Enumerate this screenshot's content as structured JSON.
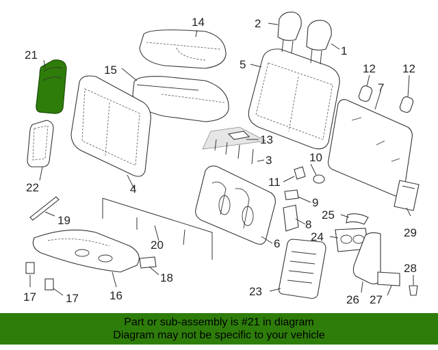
{
  "diagram": {
    "highlighted_part": "21",
    "highlight_color": "#2e7d0a",
    "callouts": [
      {
        "id": "c1",
        "text": "1"
      },
      {
        "id": "c2",
        "text": "2"
      },
      {
        "id": "c4",
        "text": "4"
      },
      {
        "id": "c5",
        "text": "5"
      },
      {
        "id": "c6",
        "text": "6"
      },
      {
        "id": "c7",
        "text": "7"
      },
      {
        "id": "c8",
        "text": "8"
      },
      {
        "id": "c9",
        "text": "9"
      },
      {
        "id": "c10",
        "text": "10"
      },
      {
        "id": "c11",
        "text": "11"
      },
      {
        "id": "c12a",
        "text": "12"
      },
      {
        "id": "c12b",
        "text": "12"
      },
      {
        "id": "c13",
        "text": "13"
      },
      {
        "id": "c3",
        "text": "3"
      },
      {
        "id": "c14",
        "text": "14"
      },
      {
        "id": "c15",
        "text": "15"
      },
      {
        "id": "c16",
        "text": "16"
      },
      {
        "id": "c17a",
        "text": "17"
      },
      {
        "id": "c17b",
        "text": "17"
      },
      {
        "id": "c18",
        "text": "18"
      },
      {
        "id": "c19",
        "text": "19"
      },
      {
        "id": "c20",
        "text": "20"
      },
      {
        "id": "c21",
        "text": "21"
      },
      {
        "id": "c22",
        "text": "22"
      },
      {
        "id": "c23",
        "text": "23"
      },
      {
        "id": "c24",
        "text": "24"
      },
      {
        "id": "c25",
        "text": "25"
      },
      {
        "id": "c26",
        "text": "26"
      },
      {
        "id": "c27",
        "text": "27"
      },
      {
        "id": "c28",
        "text": "28"
      },
      {
        "id": "c29",
        "text": "29"
      }
    ]
  },
  "banner": {
    "line1": "Part or sub-assembly is #21 in diagram",
    "line2": "Diagram may not be specific to your vehicle",
    "background": "#2e7d0a"
  }
}
